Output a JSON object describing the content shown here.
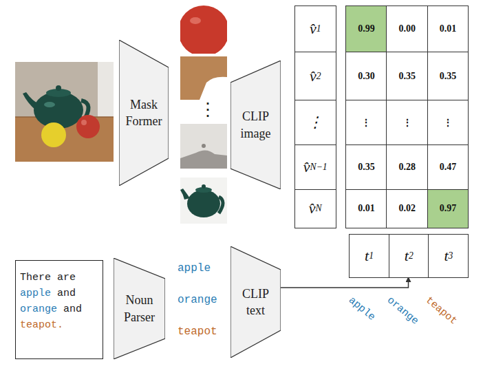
{
  "diagram": {
    "nodes": [
      {
        "text": [
          "Mask Former"
        ]
      },
      {
        "text": [
          "CLIP image"
        ]
      },
      {
        "text": [
          "v̂1",
          "v̂2",
          "⋮",
          "v̂N−1",
          "v̂N"
        ]
      },
      {
        "text": [
          "0.99",
          "0.00",
          "0.01",
          "0.30",
          "0.35",
          "0.35",
          "⋮",
          "⋮",
          "⋮",
          "0.35",
          "0.28",
          "0.47",
          "0.01",
          "0.02",
          "0.97"
        ]
      },
      {
        "text": [
          "t1",
          "t2",
          "t3"
        ]
      },
      {
        "text": [
          "There are apple and orange and teapot."
        ]
      },
      {
        "text": [
          "Noun Parser"
        ]
      },
      {
        "text": [
          "CLIP text"
        ]
      }
    ],
    "edges": [
      {
        "from": 7,
        "to": 4,
        "arrow": "to"
      }
    ],
    "labels": [
      "⋮",
      "apple",
      "orange",
      "teapot",
      "apple",
      "orange",
      "teapot"
    ]
  }
}
